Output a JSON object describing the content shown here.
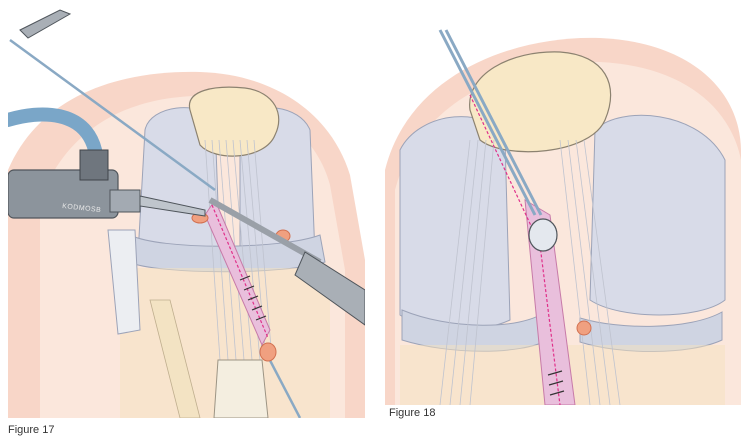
{
  "figures": [
    {
      "caption": "Figure 17",
      "scope_brand": "KODMOSB"
    },
    {
      "caption": "Figure 18"
    }
  ],
  "colors": {
    "skin_outer": "#f6cfc0",
    "skin_inner": "#fbe4d8",
    "bone": "#f7e6c4",
    "cartilage": "#d7dbe8",
    "ligament": "#e8b9d8",
    "suture": "#e0308a",
    "instrument_steel": "#9aa0a8",
    "cable_blue": "#7aa6c8",
    "orange_marker": "#f0a080"
  }
}
